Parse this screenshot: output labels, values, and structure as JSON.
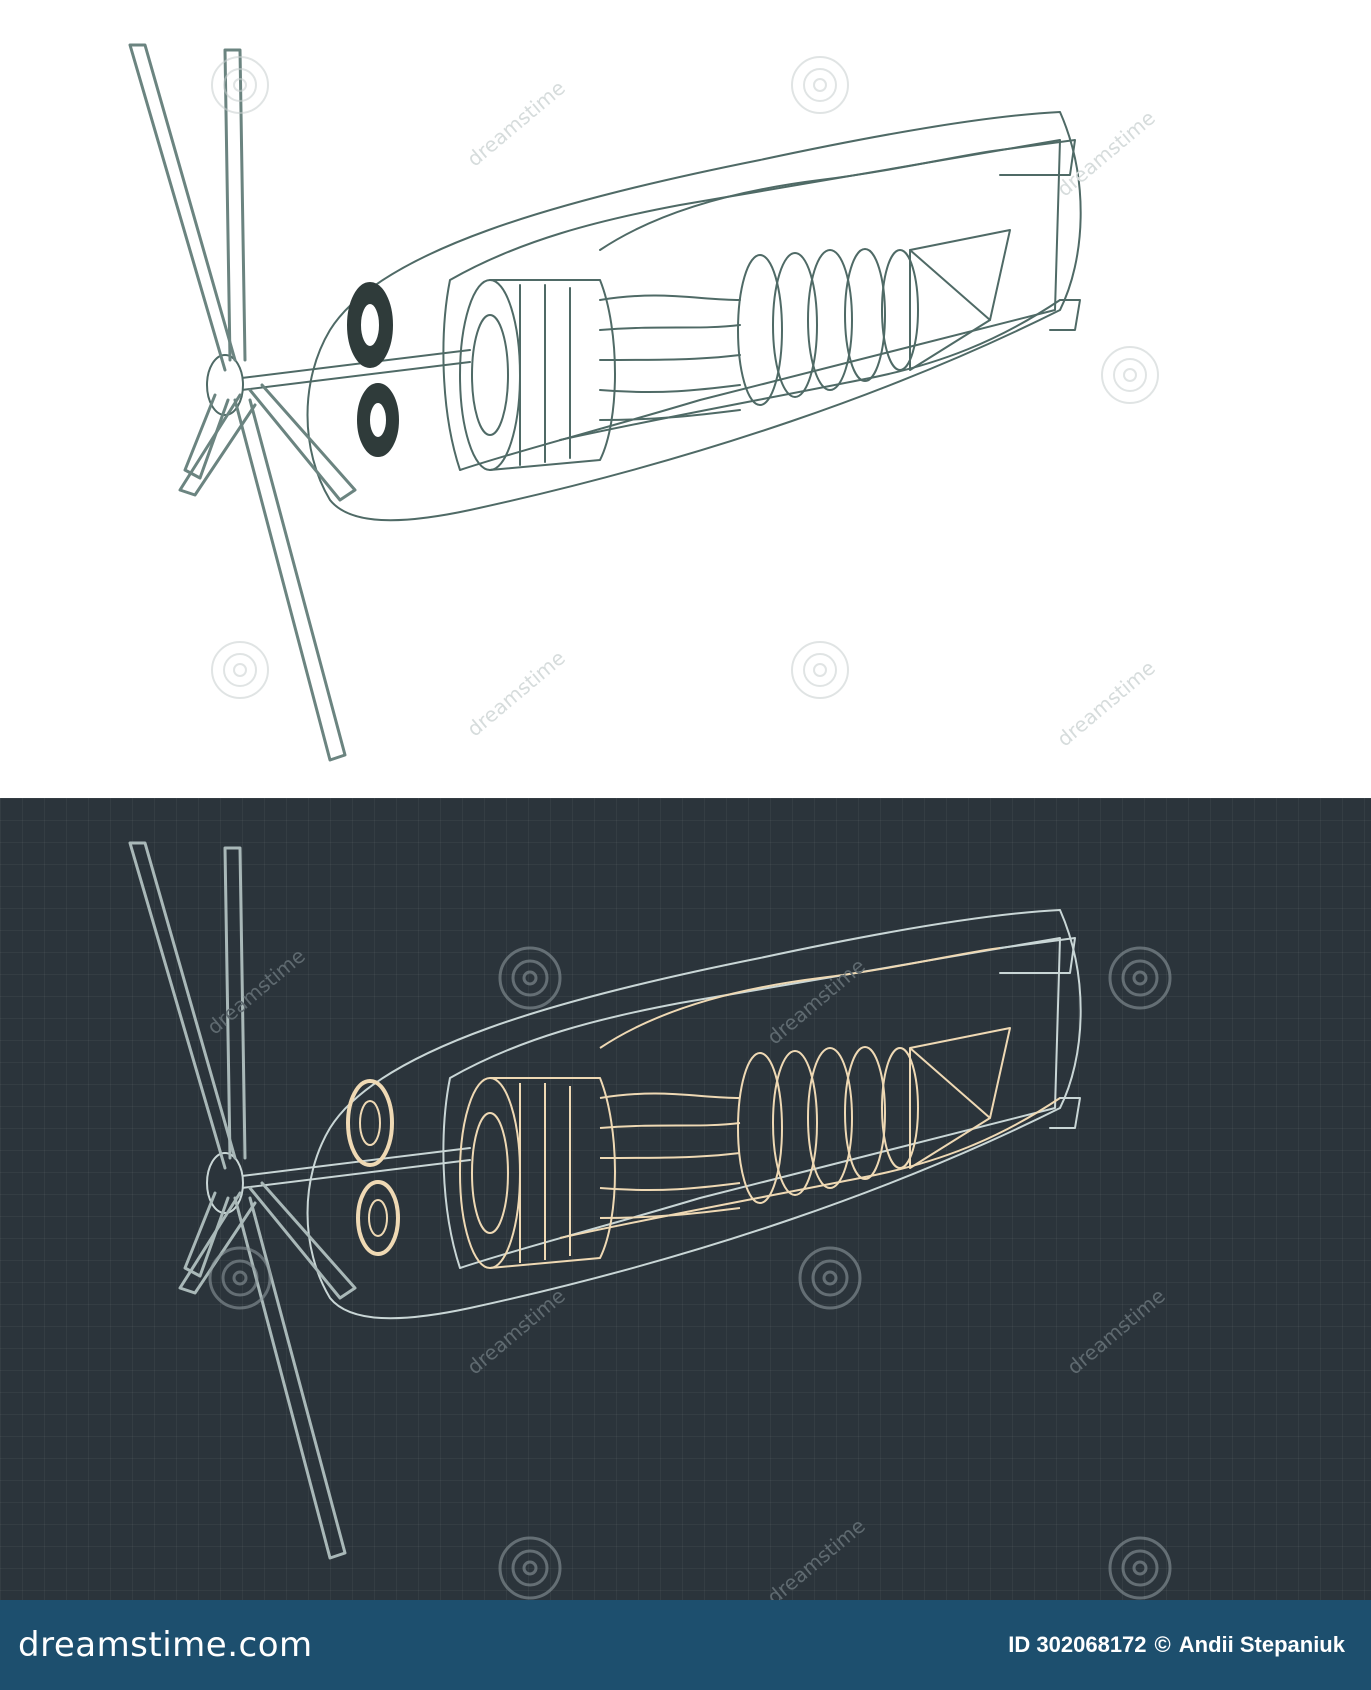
{
  "colors": {
    "light_background": "#ffffff",
    "dark_background": "#2b343b",
    "light_linework": "#4f6a66",
    "dark_linework": "#c9d6d6",
    "dark_highlight": "#efd9b4",
    "footer_background": "#1d4f6e",
    "footer_text": "#ffffff"
  },
  "panels": {
    "top": {
      "style": "line drawing on white"
    },
    "bottom": {
      "style": "blueprint line drawing on dark grid"
    }
  },
  "subject": "turboprop engine cutaway with propeller, gearbox and compressor",
  "watermark": {
    "text": "dreamstime"
  },
  "footer": {
    "brand": "dreamstime.com",
    "image_id": "ID 302068172",
    "copyright_symbol": "©",
    "author": "Andii Stepaniuk"
  }
}
